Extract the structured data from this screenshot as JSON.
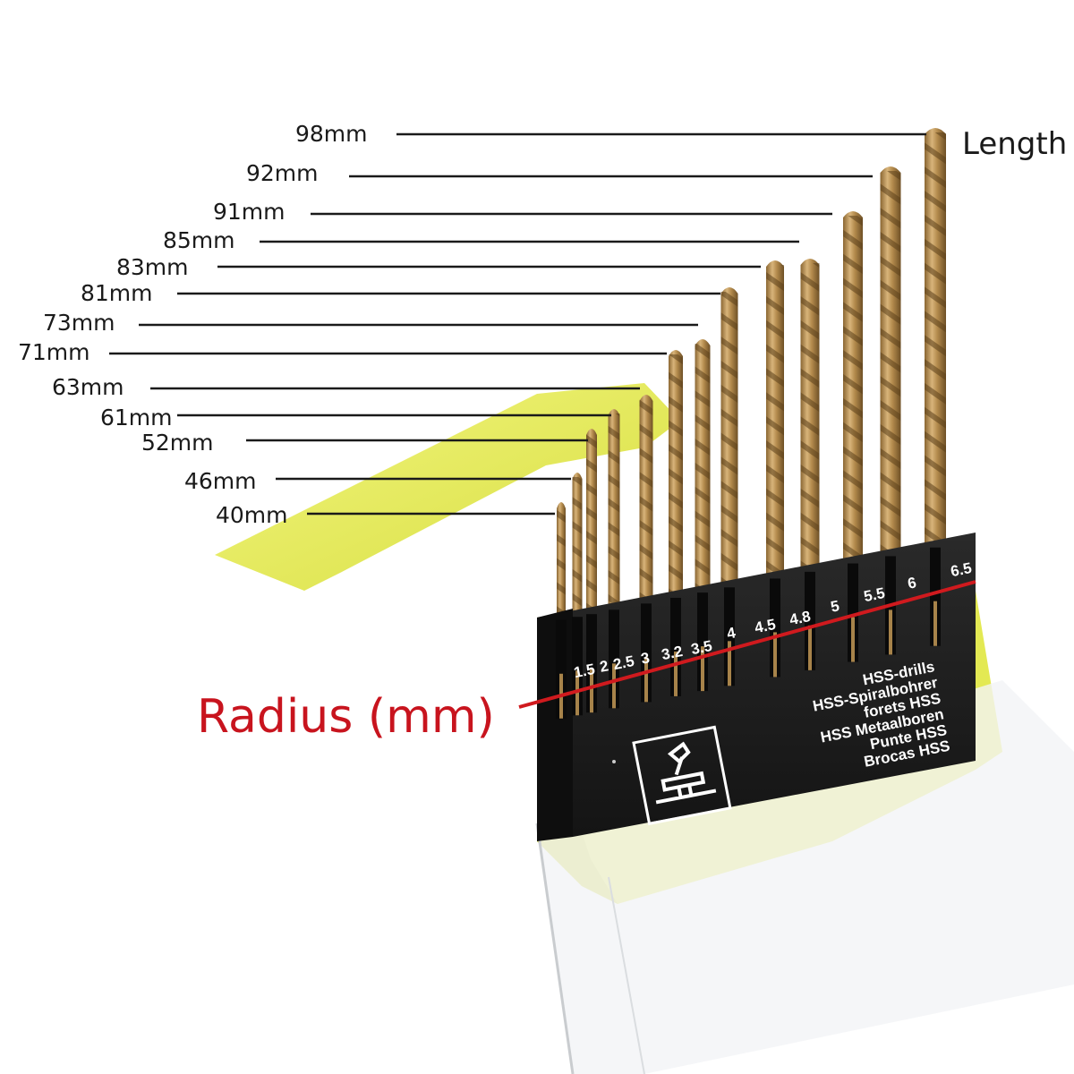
{
  "length_title": "Length",
  "radius_title": "Radius (mm)",
  "colors": {
    "holder_yellow": "#e6ec5a",
    "holder_black": "#1c1c1c",
    "drill_gold": "#b58e50",
    "radius_line_red": "#d01a1e"
  },
  "length_labels": [
    "98mm",
    "92mm",
    "91mm",
    "85mm",
    "83mm",
    "81mm",
    "73mm",
    "71mm",
    "63mm",
    "61mm",
    "52mm",
    "46mm",
    "40mm"
  ],
  "size_labels": [
    "1.5",
    "2",
    "2.5",
    "3",
    "3.2",
    "3.5",
    "4",
    "4.5",
    "4.8",
    "5",
    "5.5",
    "6",
    "6.5"
  ],
  "brand_lines": [
    "HSS-drills",
    "HSS-Spiralbohrer",
    "forets HSS",
    "HSS Metaalboren",
    "Punte HSS",
    "Brocas HSS"
  ],
  "logo_icon": "anvil-hammer-logo-icon"
}
